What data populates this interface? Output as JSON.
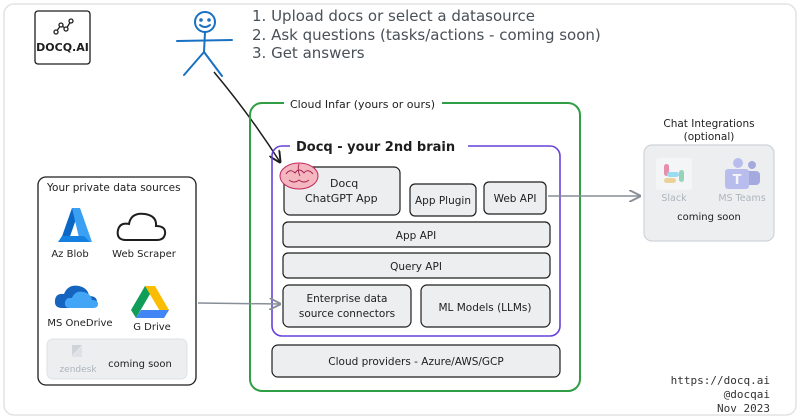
{
  "logo": {
    "text": "DOCQ.AI",
    "icon": "graph-network-icon"
  },
  "steps": [
    "1. Upload docs or select a datasource",
    "2. Ask questions (tasks/actions - coming soon)",
    "3. Get answers"
  ],
  "user_icon": "stick-figure-user-icon",
  "cloud_infra": {
    "label": "Cloud Infar (yours or ours)",
    "color": "#2f9e44"
  },
  "docq": {
    "title": "Docq - your 2nd brain",
    "color": "#6741d9",
    "brain_icon": "brain-icon",
    "chatgpt_app": [
      "Docq",
      "ChatGPT App"
    ],
    "app_plugin": "App Plugin",
    "web_api": "Web API",
    "app_api": "App API",
    "query_api": "Query API",
    "connectors": [
      "Enterprise data",
      "source connectors"
    ],
    "ml_models": "ML Models (LLMs)"
  },
  "cloud_providers": "Cloud providers - Azure/AWS/GCP",
  "private_sources": {
    "title": "Your private data sources",
    "items": [
      {
        "label": "Az Blob",
        "icon": "azure-blob-icon"
      },
      {
        "label": "Web Scraper",
        "icon": "cloud-icon"
      },
      {
        "label": "MS OneDrive",
        "icon": "onedrive-icon"
      },
      {
        "label": "G Drive",
        "icon": "google-drive-icon"
      }
    ],
    "coming_soon": {
      "logo": "zendesk",
      "text": "coming soon"
    }
  },
  "chat_integrations": {
    "title": [
      "Chat Integrations",
      "(optional)"
    ],
    "items": [
      {
        "label": "Slack",
        "icon": "slack-icon"
      },
      {
        "label": "MS Teams",
        "icon": "ms-teams-icon"
      }
    ],
    "coming_soon": "coming soon"
  },
  "footer": {
    "url": "https://docq.ai",
    "handle": "@docqai",
    "date": "Nov 2023"
  }
}
